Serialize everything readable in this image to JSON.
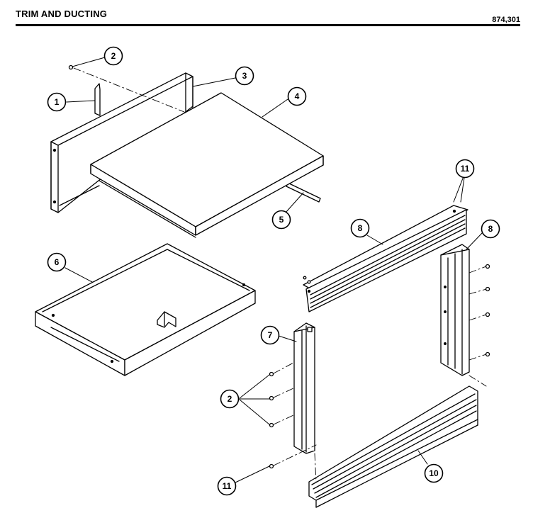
{
  "header": {
    "title": "TRIM AND DUCTING",
    "code": "874,301"
  },
  "callouts": {
    "c1": "1",
    "c2_top": "2",
    "c3": "3",
    "c4": "4",
    "c5": "5",
    "c6": "6",
    "c7": "7",
    "c8a": "8",
    "c8b": "8",
    "c2_mid": "2",
    "c11_top": "11",
    "c11_bottom": "11",
    "c10": "10"
  }
}
